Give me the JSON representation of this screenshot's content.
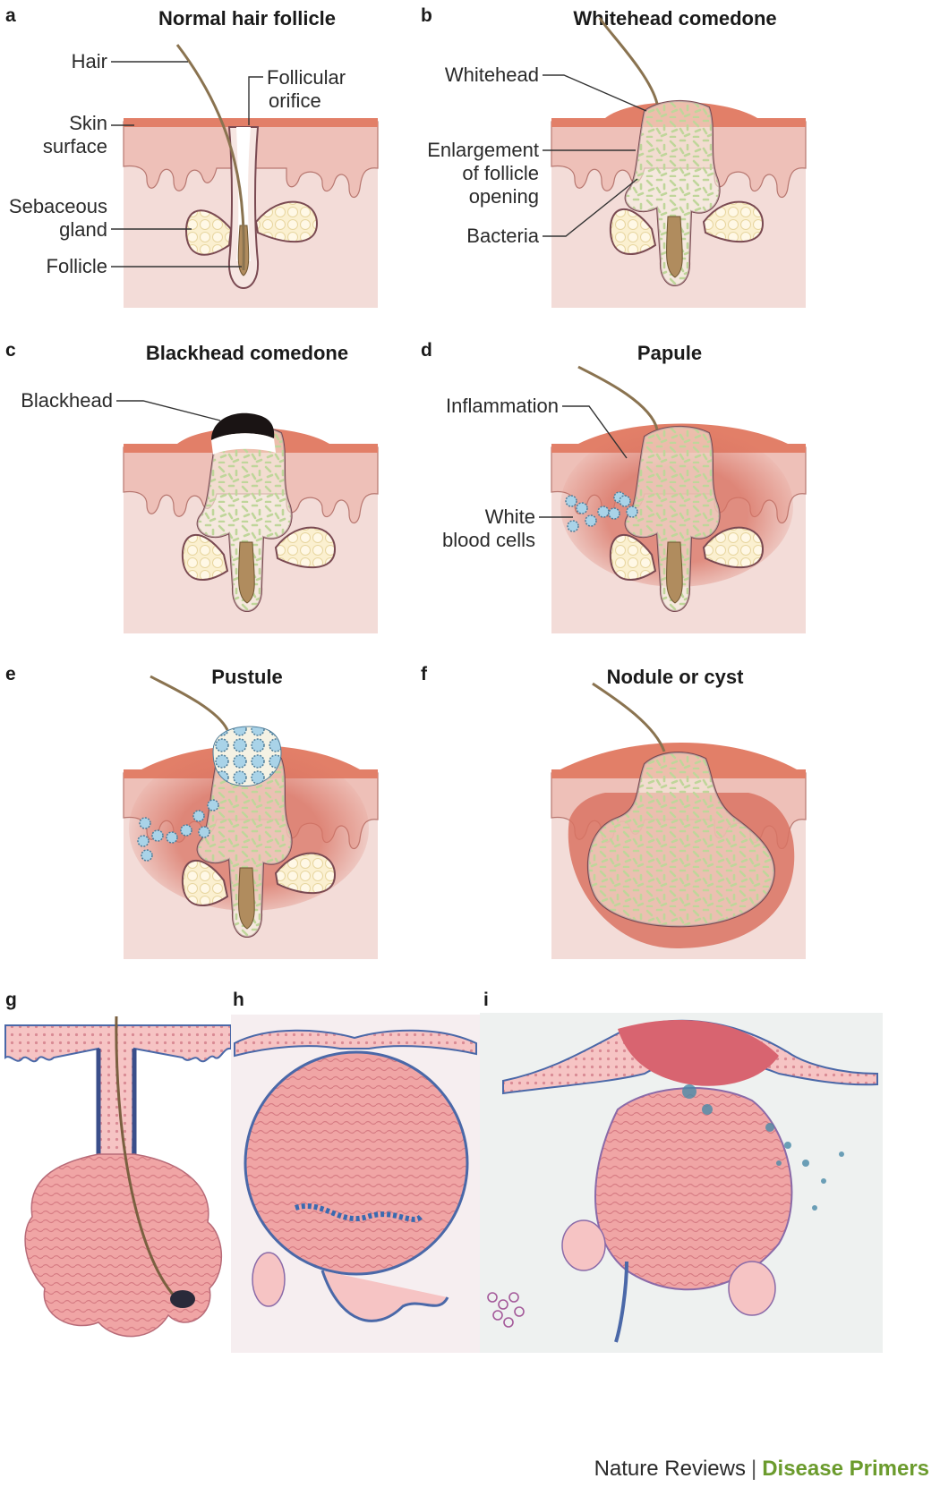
{
  "panels": [
    {
      "letter": "a",
      "title": "Normal hair follicle",
      "labels": {
        "hair": "Hair",
        "orifice_1": "Follicular",
        "orifice_2": "orifice",
        "skin_1": "Skin",
        "skin_2": "surface",
        "gland_1": "Sebaceous",
        "gland_2": "gland",
        "follicle": "Follicle"
      }
    },
    {
      "letter": "b",
      "title": "Whitehead comedone",
      "labels": {
        "whitehead": "Whitehead",
        "enl_1": "Enlargement",
        "enl_2": "of follicle",
        "enl_3": "opening",
        "bacteria": "Bacteria"
      }
    },
    {
      "letter": "c",
      "title": "Blackhead comedone",
      "labels": {
        "blackhead": "Blackhead"
      }
    },
    {
      "letter": "d",
      "title": "Papule",
      "labels": {
        "inflammation": "Inflammation",
        "wbc_1": "White",
        "wbc_2": "blood cells"
      }
    },
    {
      "letter": "e",
      "title": "Pustule",
      "labels": {}
    },
    {
      "letter": "f",
      "title": "Nodule or cyst",
      "labels": {}
    },
    {
      "letter": "g",
      "title": "",
      "labels": {}
    },
    {
      "letter": "h",
      "title": "",
      "labels": {}
    },
    {
      "letter": "i",
      "title": "",
      "labels": {}
    }
  ],
  "footer": {
    "publisher": "Nature Reviews",
    "separator": "|",
    "series": "Disease Primers"
  },
  "colors": {
    "dermis": "#f3dcd8",
    "epidermis": "#e8a890",
    "stratum": "#e27f68",
    "gland": "#fbf0d0",
    "bacteria": "#7cb342",
    "sebum": "#f5f2e4",
    "wbc": "#a9d3e8",
    "inflammation": "#d97363",
    "hair": "#8a7350",
    "histology_pink": "#ec9a9a",
    "histology_blue": "#4a68a8",
    "accent_green": "#6b9b2d"
  }
}
